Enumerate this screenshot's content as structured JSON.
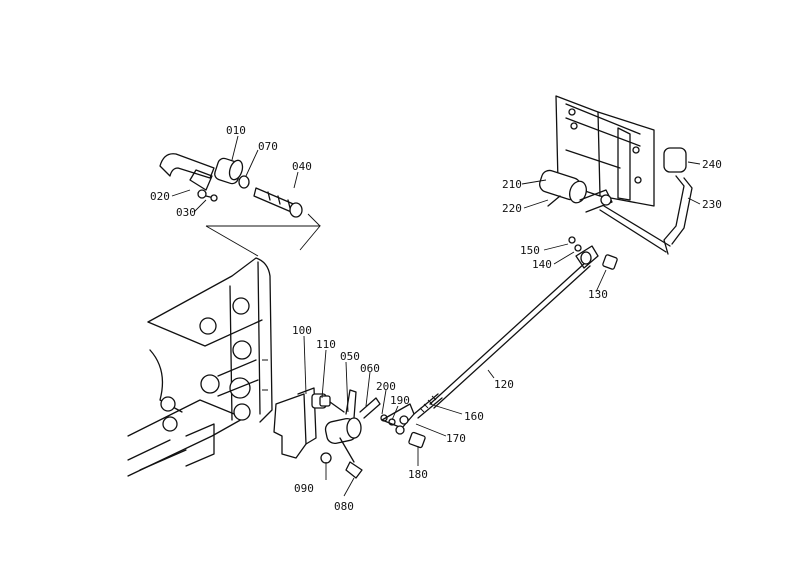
{
  "callouts": [
    {
      "id": "c010",
      "text": "010"
    },
    {
      "id": "c070",
      "text": "070"
    },
    {
      "id": "c040",
      "text": "040"
    },
    {
      "id": "c020",
      "text": "020"
    },
    {
      "id": "c030",
      "text": "030"
    },
    {
      "id": "c210",
      "text": "210"
    },
    {
      "id": "c220",
      "text": "220"
    },
    {
      "id": "c240",
      "text": "240"
    },
    {
      "id": "c230",
      "text": "230"
    },
    {
      "id": "c150",
      "text": "150"
    },
    {
      "id": "c140",
      "text": "140"
    },
    {
      "id": "c130",
      "text": "130"
    },
    {
      "id": "c100",
      "text": "100"
    },
    {
      "id": "c110",
      "text": "110"
    },
    {
      "id": "c050",
      "text": "050"
    },
    {
      "id": "c060",
      "text": "060"
    },
    {
      "id": "c200",
      "text": "200"
    },
    {
      "id": "c190",
      "text": "190"
    },
    {
      "id": "c120",
      "text": "120"
    },
    {
      "id": "c160",
      "text": "160"
    },
    {
      "id": "c170",
      "text": "170"
    },
    {
      "id": "c180",
      "text": "180"
    },
    {
      "id": "c090",
      "text": "090"
    },
    {
      "id": "c080",
      "text": "080"
    }
  ]
}
